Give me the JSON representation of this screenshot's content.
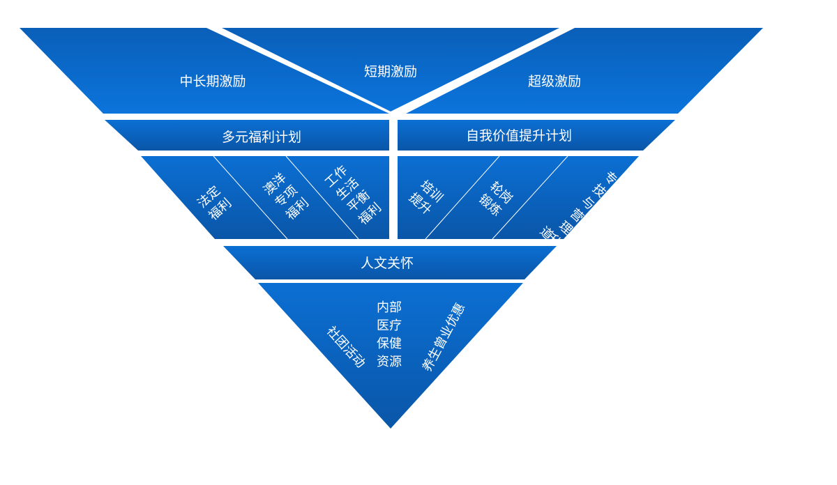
{
  "top": {
    "left": "中长期激励",
    "center": "短期激励",
    "right": "超级激励"
  },
  "benefits": {
    "title": "多元福利计划",
    "items": [
      [
        "法定",
        "福利"
      ],
      [
        "澳洋",
        "专项",
        "福利"
      ],
      [
        "工作",
        "生活",
        "平衡",
        "福利"
      ]
    ]
  },
  "growth": {
    "title": "自我价值提升计划",
    "items": [
      [
        "培训",
        "提升"
      ],
      [
        "轮岗",
        "锻炼"
      ],
      [
        "专业",
        "技术",
        "与经",
        "营管",
        "理晋",
        "升通",
        "道"
      ]
    ]
  },
  "care": {
    "title": "人文关怀",
    "items": [
      [
        "社团活动"
      ],
      [
        "内部",
        "医疗",
        "保健",
        "资源"
      ],
      [
        "养生曾业优惠"
      ]
    ]
  },
  "colors": {
    "top": "#0b6fd6",
    "bottom": "#0a57ab",
    "line": "#ffffff"
  }
}
